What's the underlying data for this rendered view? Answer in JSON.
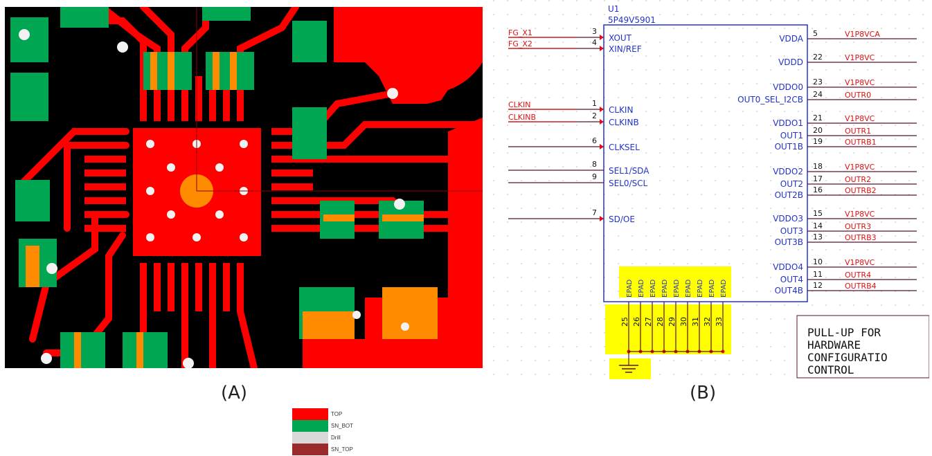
{
  "panels": {
    "a_label": "(A)",
    "b_label": "(B)"
  },
  "legend": {
    "items": [
      {
        "label": "TOP",
        "color": "#ff0000"
      },
      {
        "label": "SN_BOT",
        "color": "#00a651"
      },
      {
        "label": "Drill",
        "color": "#d9d9d9"
      },
      {
        "label": "SN_TOP",
        "color": "#9b2b2b"
      }
    ]
  },
  "schematic": {
    "refdes": "U1",
    "part": "5P49V5901",
    "left_pins": [
      {
        "num": "3",
        "name": "XOUT",
        "net": "FG_X1"
      },
      {
        "num": "4",
        "name": "XIN/REF",
        "net": "FG_X2"
      },
      {
        "num": "1",
        "name": "CLKIN",
        "net": "CLKIN"
      },
      {
        "num": "2",
        "name": "CLKINB",
        "net": "CLKINB"
      },
      {
        "num": "6",
        "name": "CLKSEL",
        "net": ""
      },
      {
        "num": "8",
        "name": "SEL1/SDA",
        "net": ""
      },
      {
        "num": "9",
        "name": "SEL0/SCL",
        "net": ""
      },
      {
        "num": "7",
        "name": "SD/OE",
        "net": ""
      }
    ],
    "right_pins": [
      {
        "num": "5",
        "name": "VDDA",
        "net": "V1P8VCA"
      },
      {
        "num": "22",
        "name": "VDDD",
        "net": "V1P8VC"
      },
      {
        "num": "23",
        "name": "VDDO0",
        "net": "V1P8VC"
      },
      {
        "num": "24",
        "name": "OUT0_SEL_I2CB",
        "net": "OUTR0"
      },
      {
        "num": "21",
        "name": "VDDO1",
        "net": "V1P8VC"
      },
      {
        "num": "20",
        "name": "OUT1",
        "net": "OUTR1"
      },
      {
        "num": "19",
        "name": "OUT1B",
        "net": "OUTRB1"
      },
      {
        "num": "18",
        "name": "VDDO2",
        "net": "V1P8VC"
      },
      {
        "num": "17",
        "name": "OUT2",
        "net": "OUTR2"
      },
      {
        "num": "16",
        "name": "OUT2B",
        "net": "OUTRB2"
      },
      {
        "num": "15",
        "name": "VDDO3",
        "net": "V1P8VC"
      },
      {
        "num": "14",
        "name": "OUT3",
        "net": "OUTR3"
      },
      {
        "num": "13",
        "name": "OUT3B",
        "net": "OUTRB3"
      },
      {
        "num": "10",
        "name": "VDDO4",
        "net": "V1P8VC"
      },
      {
        "num": "11",
        "name": "OUT4",
        "net": "OUTR4"
      },
      {
        "num": "12",
        "name": "OUT4B",
        "net": "OUTRB4"
      }
    ],
    "epad_name": "EPAD",
    "epad_pins": [
      "25",
      "26",
      "27",
      "28",
      "29",
      "30",
      "31",
      "32",
      "33"
    ],
    "note_lines": [
      "PULL-UP  FOR",
      "HARDWARE",
      "CONFIGURATIO",
      "CONTROL"
    ]
  },
  "colors": {
    "top": "#ff0000",
    "sn_bot": "#00a651",
    "orange": "#ff8c00",
    "board": "#000000",
    "drill": "#f2f2f2",
    "sch_box": "#2233cc",
    "sch_pin": "#5a1030",
    "sch_net": "#e01010",
    "highlight": "#ffff00"
  }
}
